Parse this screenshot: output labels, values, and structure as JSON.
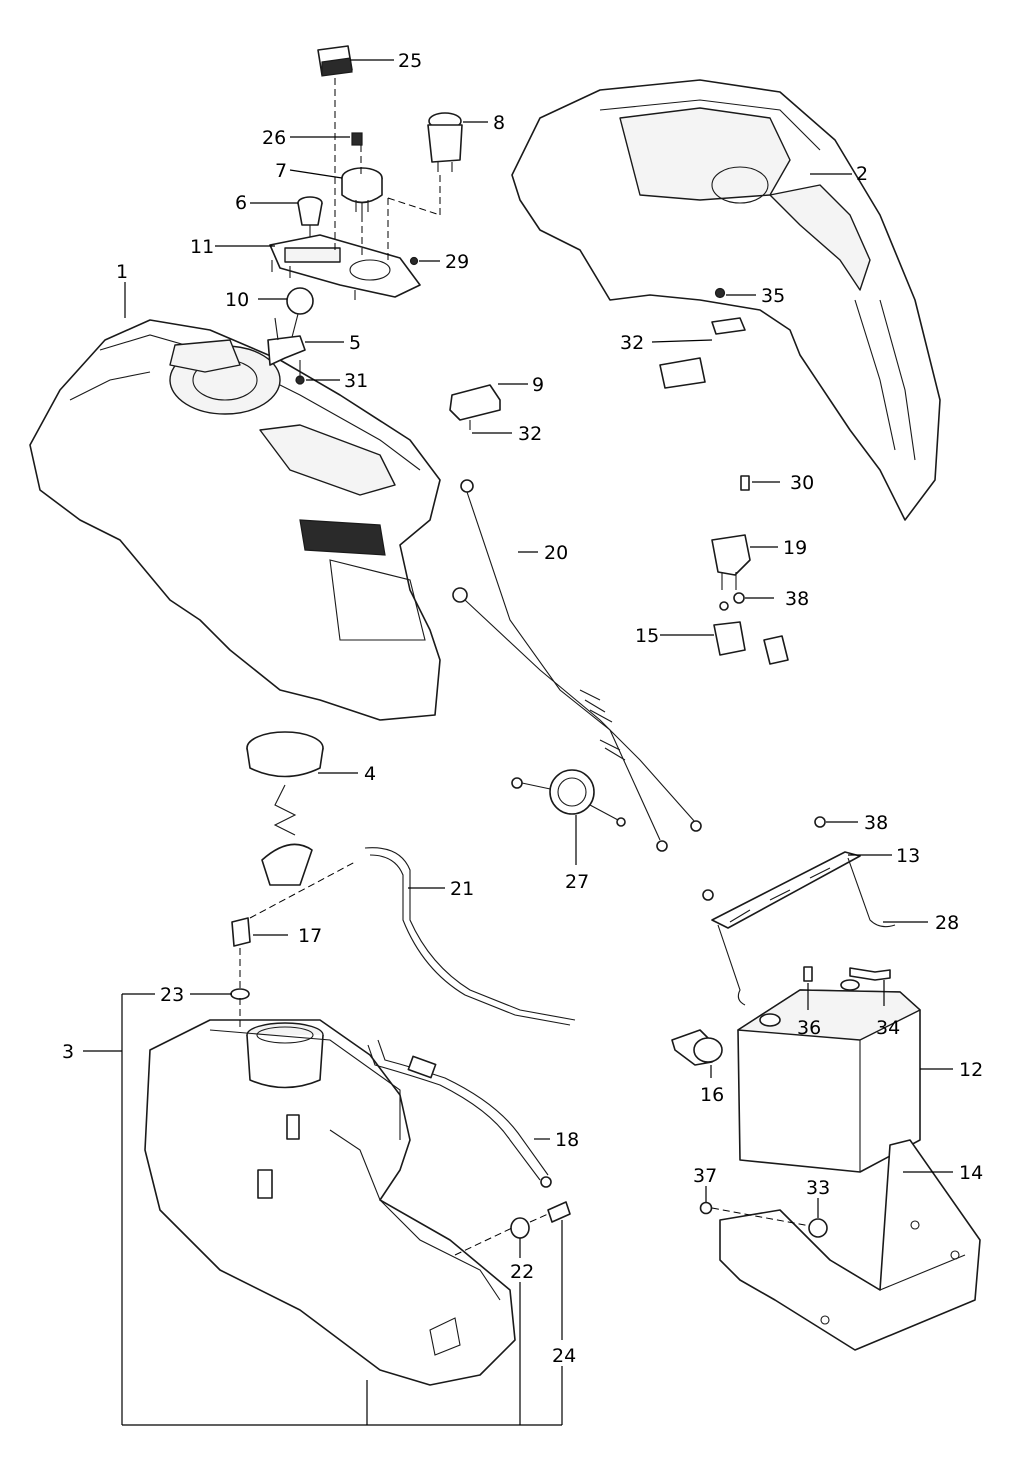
{
  "callouts": [
    {
      "id": "c1",
      "label": "1"
    },
    {
      "id": "c2",
      "label": "2"
    },
    {
      "id": "c3",
      "label": "3"
    },
    {
      "id": "c4",
      "label": "4"
    },
    {
      "id": "c5",
      "label": "5"
    },
    {
      "id": "c6",
      "label": "6"
    },
    {
      "id": "c7",
      "label": "7"
    },
    {
      "id": "c8",
      "label": "8"
    },
    {
      "id": "c9",
      "label": "9"
    },
    {
      "id": "c10",
      "label": "10"
    },
    {
      "id": "c11",
      "label": "11"
    },
    {
      "id": "c12",
      "label": "12"
    },
    {
      "id": "c13",
      "label": "13"
    },
    {
      "id": "c14",
      "label": "14"
    },
    {
      "id": "c15",
      "label": "15"
    },
    {
      "id": "c16",
      "label": "16"
    },
    {
      "id": "c17",
      "label": "17"
    },
    {
      "id": "c18",
      "label": "18"
    },
    {
      "id": "c19",
      "label": "19"
    },
    {
      "id": "c20",
      "label": "20"
    },
    {
      "id": "c21",
      "label": "21"
    },
    {
      "id": "c22",
      "label": "22"
    },
    {
      "id": "c23",
      "label": "23"
    },
    {
      "id": "c24",
      "label": "24"
    },
    {
      "id": "c25",
      "label": "25"
    },
    {
      "id": "c26",
      "label": "26"
    },
    {
      "id": "c27",
      "label": "27"
    },
    {
      "id": "c28",
      "label": "28"
    },
    {
      "id": "c29",
      "label": "29"
    },
    {
      "id": "c30",
      "label": "30"
    },
    {
      "id": "c31",
      "label": "31"
    },
    {
      "id": "c32a",
      "label": "32"
    },
    {
      "id": "c32b",
      "label": "32"
    },
    {
      "id": "c33",
      "label": "33"
    },
    {
      "id": "c34",
      "label": "34"
    },
    {
      "id": "c35",
      "label": "35"
    },
    {
      "id": "c36",
      "label": "36"
    },
    {
      "id": "c37",
      "label": "37"
    },
    {
      "id": "c38a",
      "label": "38"
    },
    {
      "id": "c38b",
      "label": "38"
    }
  ]
}
